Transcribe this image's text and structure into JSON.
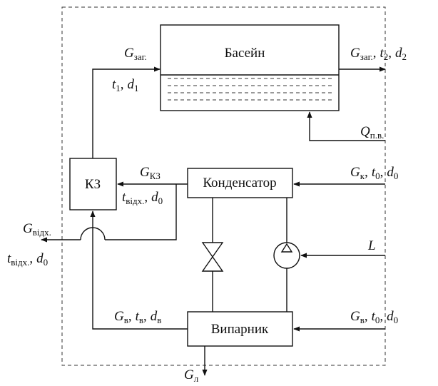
{
  "blocks": {
    "pool": "Басейн",
    "kz": "КЗ",
    "condenser": "Конденсатор",
    "evaporator": "Випарник"
  },
  "labels": {
    "g_zag_in": {
      "sym": "G",
      "sub": "заг."
    },
    "t1": {
      "sym": "t",
      "sub": "1"
    },
    "d1": {
      "sym": "d",
      "sub": "1"
    },
    "g_zag_out": {
      "sym": "G",
      "sub": "заг."
    },
    "t2": {
      "sym": "t",
      "sub": "2"
    },
    "d2": {
      "sym": "d",
      "sub": "2"
    },
    "q_pv": {
      "sym": "Q",
      "sub": "п.в."
    },
    "g_kz": {
      "sym": "G",
      "sub": "КЗ"
    },
    "t_vidkh_mid": {
      "sym": "t",
      "sub": "відх."
    },
    "d0_mid": {
      "sym": "d",
      "sub": "0"
    },
    "g_k": {
      "sym": "G",
      "sub": "к"
    },
    "t0_k": {
      "sym": "t",
      "sub": "0"
    },
    "d0_k": {
      "sym": "d",
      "sub": "0"
    },
    "g_vidkh": {
      "sym": "G",
      "sub": "відх."
    },
    "t_vidkh_left": {
      "sym": "t",
      "sub": "відх."
    },
    "d0_left": {
      "sym": "d",
      "sub": "0"
    },
    "l": {
      "sym": "L",
      "sub": ""
    },
    "g_v_left": {
      "sym": "G",
      "sub": "в"
    },
    "t_v_left": {
      "sym": "t",
      "sub": "в"
    },
    "d_v_left": {
      "sym": "d",
      "sub": "в"
    },
    "g_v_right": {
      "sym": "G",
      "sub": "в"
    },
    "t0_v": {
      "sym": "t",
      "sub": "0"
    },
    "d0_v": {
      "sym": "d",
      "sub": "0"
    },
    "g_l": {
      "sym": "G",
      "sub": "л"
    }
  },
  "separators": {
    "comma": ","
  }
}
